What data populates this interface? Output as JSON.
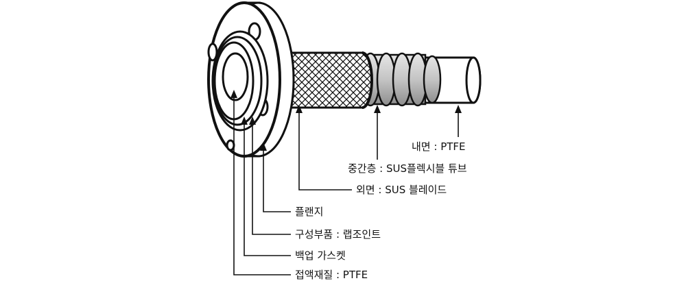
{
  "labels": {
    "inner_layer": "내면 : PTFE",
    "middle_layer": "중간층 : SUS플렉시블 튜브",
    "outer_layer": "외면 : SUS 블레이드",
    "flange": "플랜지",
    "component": "구성부품 : 랩조인트",
    "backup_gasket": "백업 가스켓",
    "wetted_material": "접액재질 : PTFE"
  },
  "colors": {
    "line": "#111111",
    "background": "#ffffff",
    "corrugation_fill": "#c9c9c9",
    "corrugation_shade": "#9a9a9a"
  }
}
